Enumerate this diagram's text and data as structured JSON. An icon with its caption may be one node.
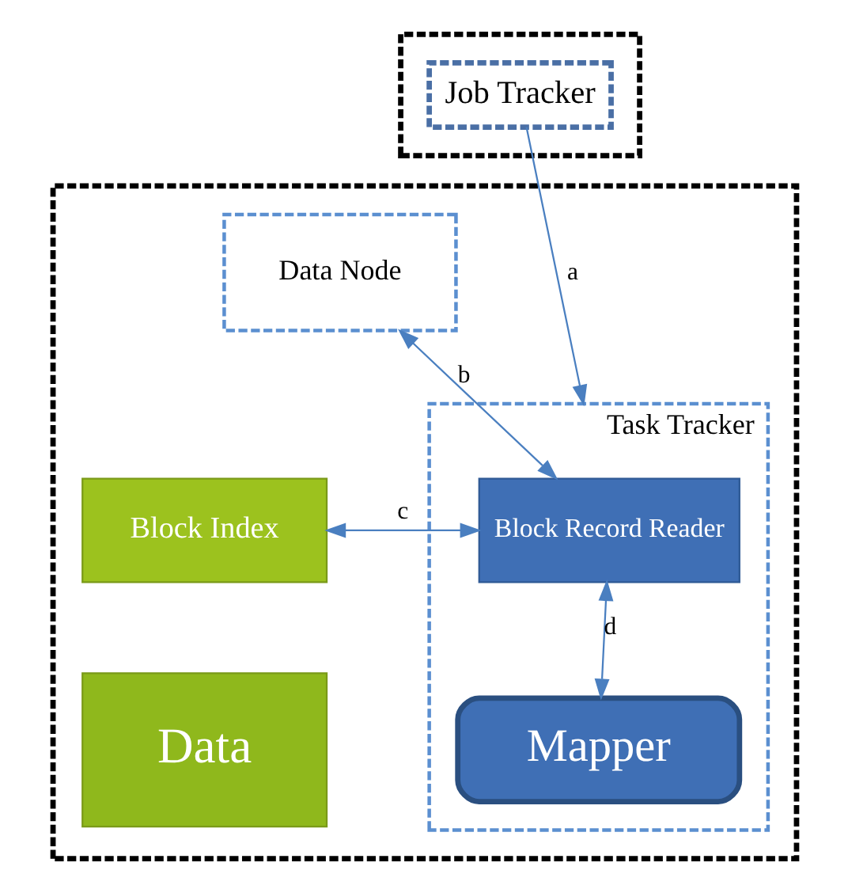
{
  "diagram": {
    "nodes": [
      {
        "text": [],
        "shape": "box"
      },
      {
        "text": [
          "Job Tracker"
        ],
        "in": 0
      },
      {
        "text": [],
        "shape": "box"
      },
      {
        "text": [
          "Data Node"
        ],
        "in": 2
      },
      {
        "text": [
          "Task Tracker"
        ],
        "in": 2
      },
      {
        "text": [
          "Block Record Reader"
        ],
        "in": 4
      },
      {
        "text": [
          "Mapper"
        ],
        "in": 4
      },
      {
        "text": [
          "Block Index"
        ],
        "in": 2
      },
      {
        "text": [
          "Data"
        ],
        "in": 2
      }
    ],
    "edges": [
      {
        "from": 1,
        "to": 4,
        "arrow": "to",
        "label": "a"
      },
      {
        "from": 3,
        "to": 5,
        "arrow": "both",
        "label": "b"
      },
      {
        "from": 7,
        "to": 5,
        "arrow": "both",
        "label": "c"
      },
      {
        "from": 5,
        "to": 6,
        "arrow": "both",
        "label": "d"
      }
    ]
  }
}
